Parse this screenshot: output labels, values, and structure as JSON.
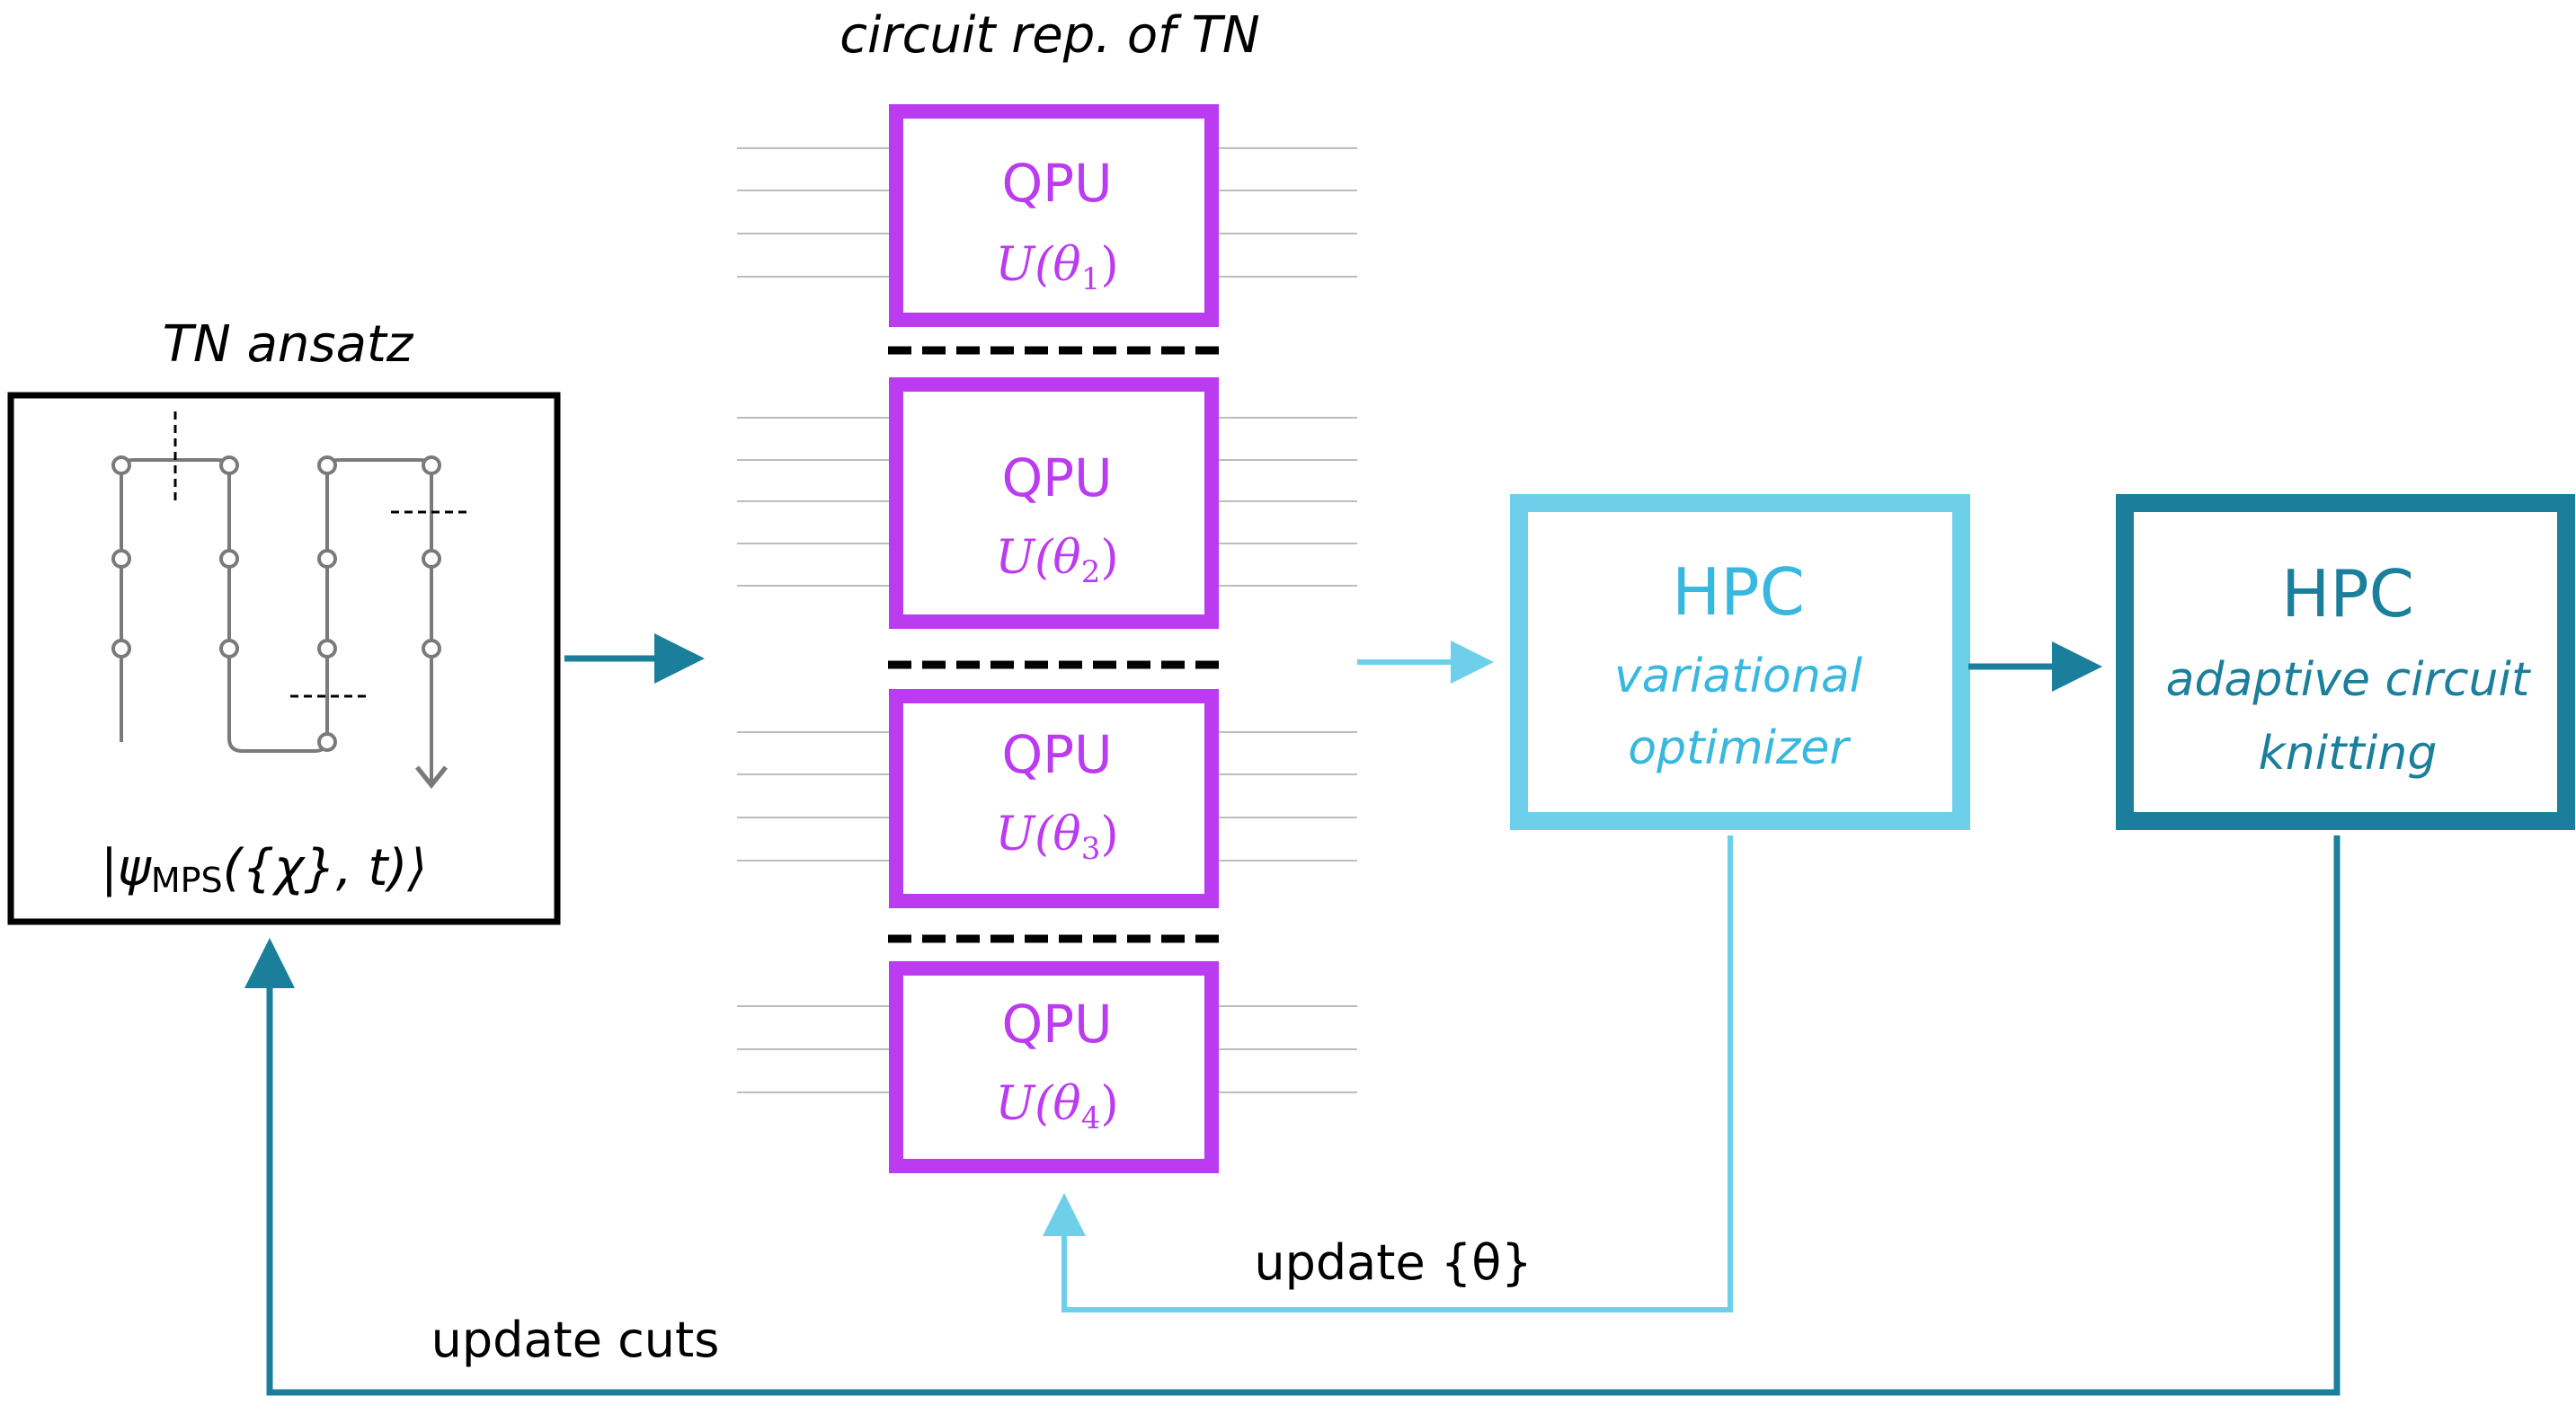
{
  "titles": {
    "circuit": "circuit rep. of TN",
    "ansatz": "TN ansatz"
  },
  "ansatz": {
    "state_label": "|ψ",
    "state_sub": "MPS",
    "state_args": "({χ}, t)⟩"
  },
  "qpu_blocks": [
    {
      "label": "QPU",
      "unitary": "U(θ",
      "index": "1",
      "close": ")"
    },
    {
      "label": "QPU",
      "unitary": "U(θ",
      "index": "2",
      "close": ")"
    },
    {
      "label": "QPU",
      "unitary": "U(θ",
      "index": "3",
      "close": ")"
    },
    {
      "label": "QPU",
      "unitary": "U(θ",
      "index": "4",
      "close": ")"
    }
  ],
  "hpc_optimizer": {
    "title": "HPC",
    "line1": "variational",
    "line2": "optimizer"
  },
  "hpc_knitting": {
    "title": "HPC",
    "line1": "adaptive circuit",
    "line2": "knitting"
  },
  "feedback": {
    "update_theta": "update {θ}",
    "update_cuts": "update cuts"
  },
  "colors": {
    "qpu": "#bb3cf0",
    "optimizer": "#6dcfea",
    "knitting": "#1b7f9c",
    "arrow_dark": "#1b7f9c",
    "black": "#000000",
    "wire": "#bdbdbd",
    "mps": "#7a7a7a"
  }
}
